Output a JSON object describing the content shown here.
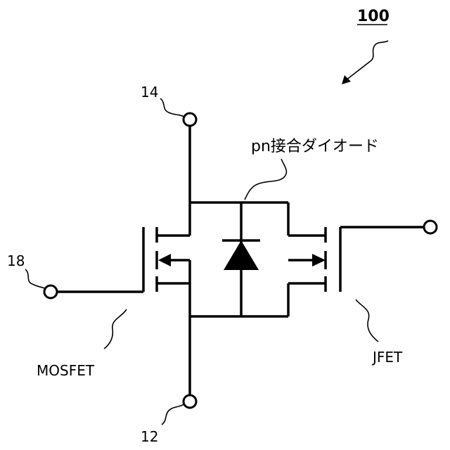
{
  "figure": {
    "reference_number": "100",
    "labels": {
      "terminal_top": "14",
      "terminal_bottom": "12",
      "terminal_gate": "18",
      "diode": "pn接合ダイオード",
      "mosfet": "MOSFET",
      "jfet": "JFET"
    }
  },
  "colors": {
    "line": "#000000",
    "background": "#ffffff"
  }
}
